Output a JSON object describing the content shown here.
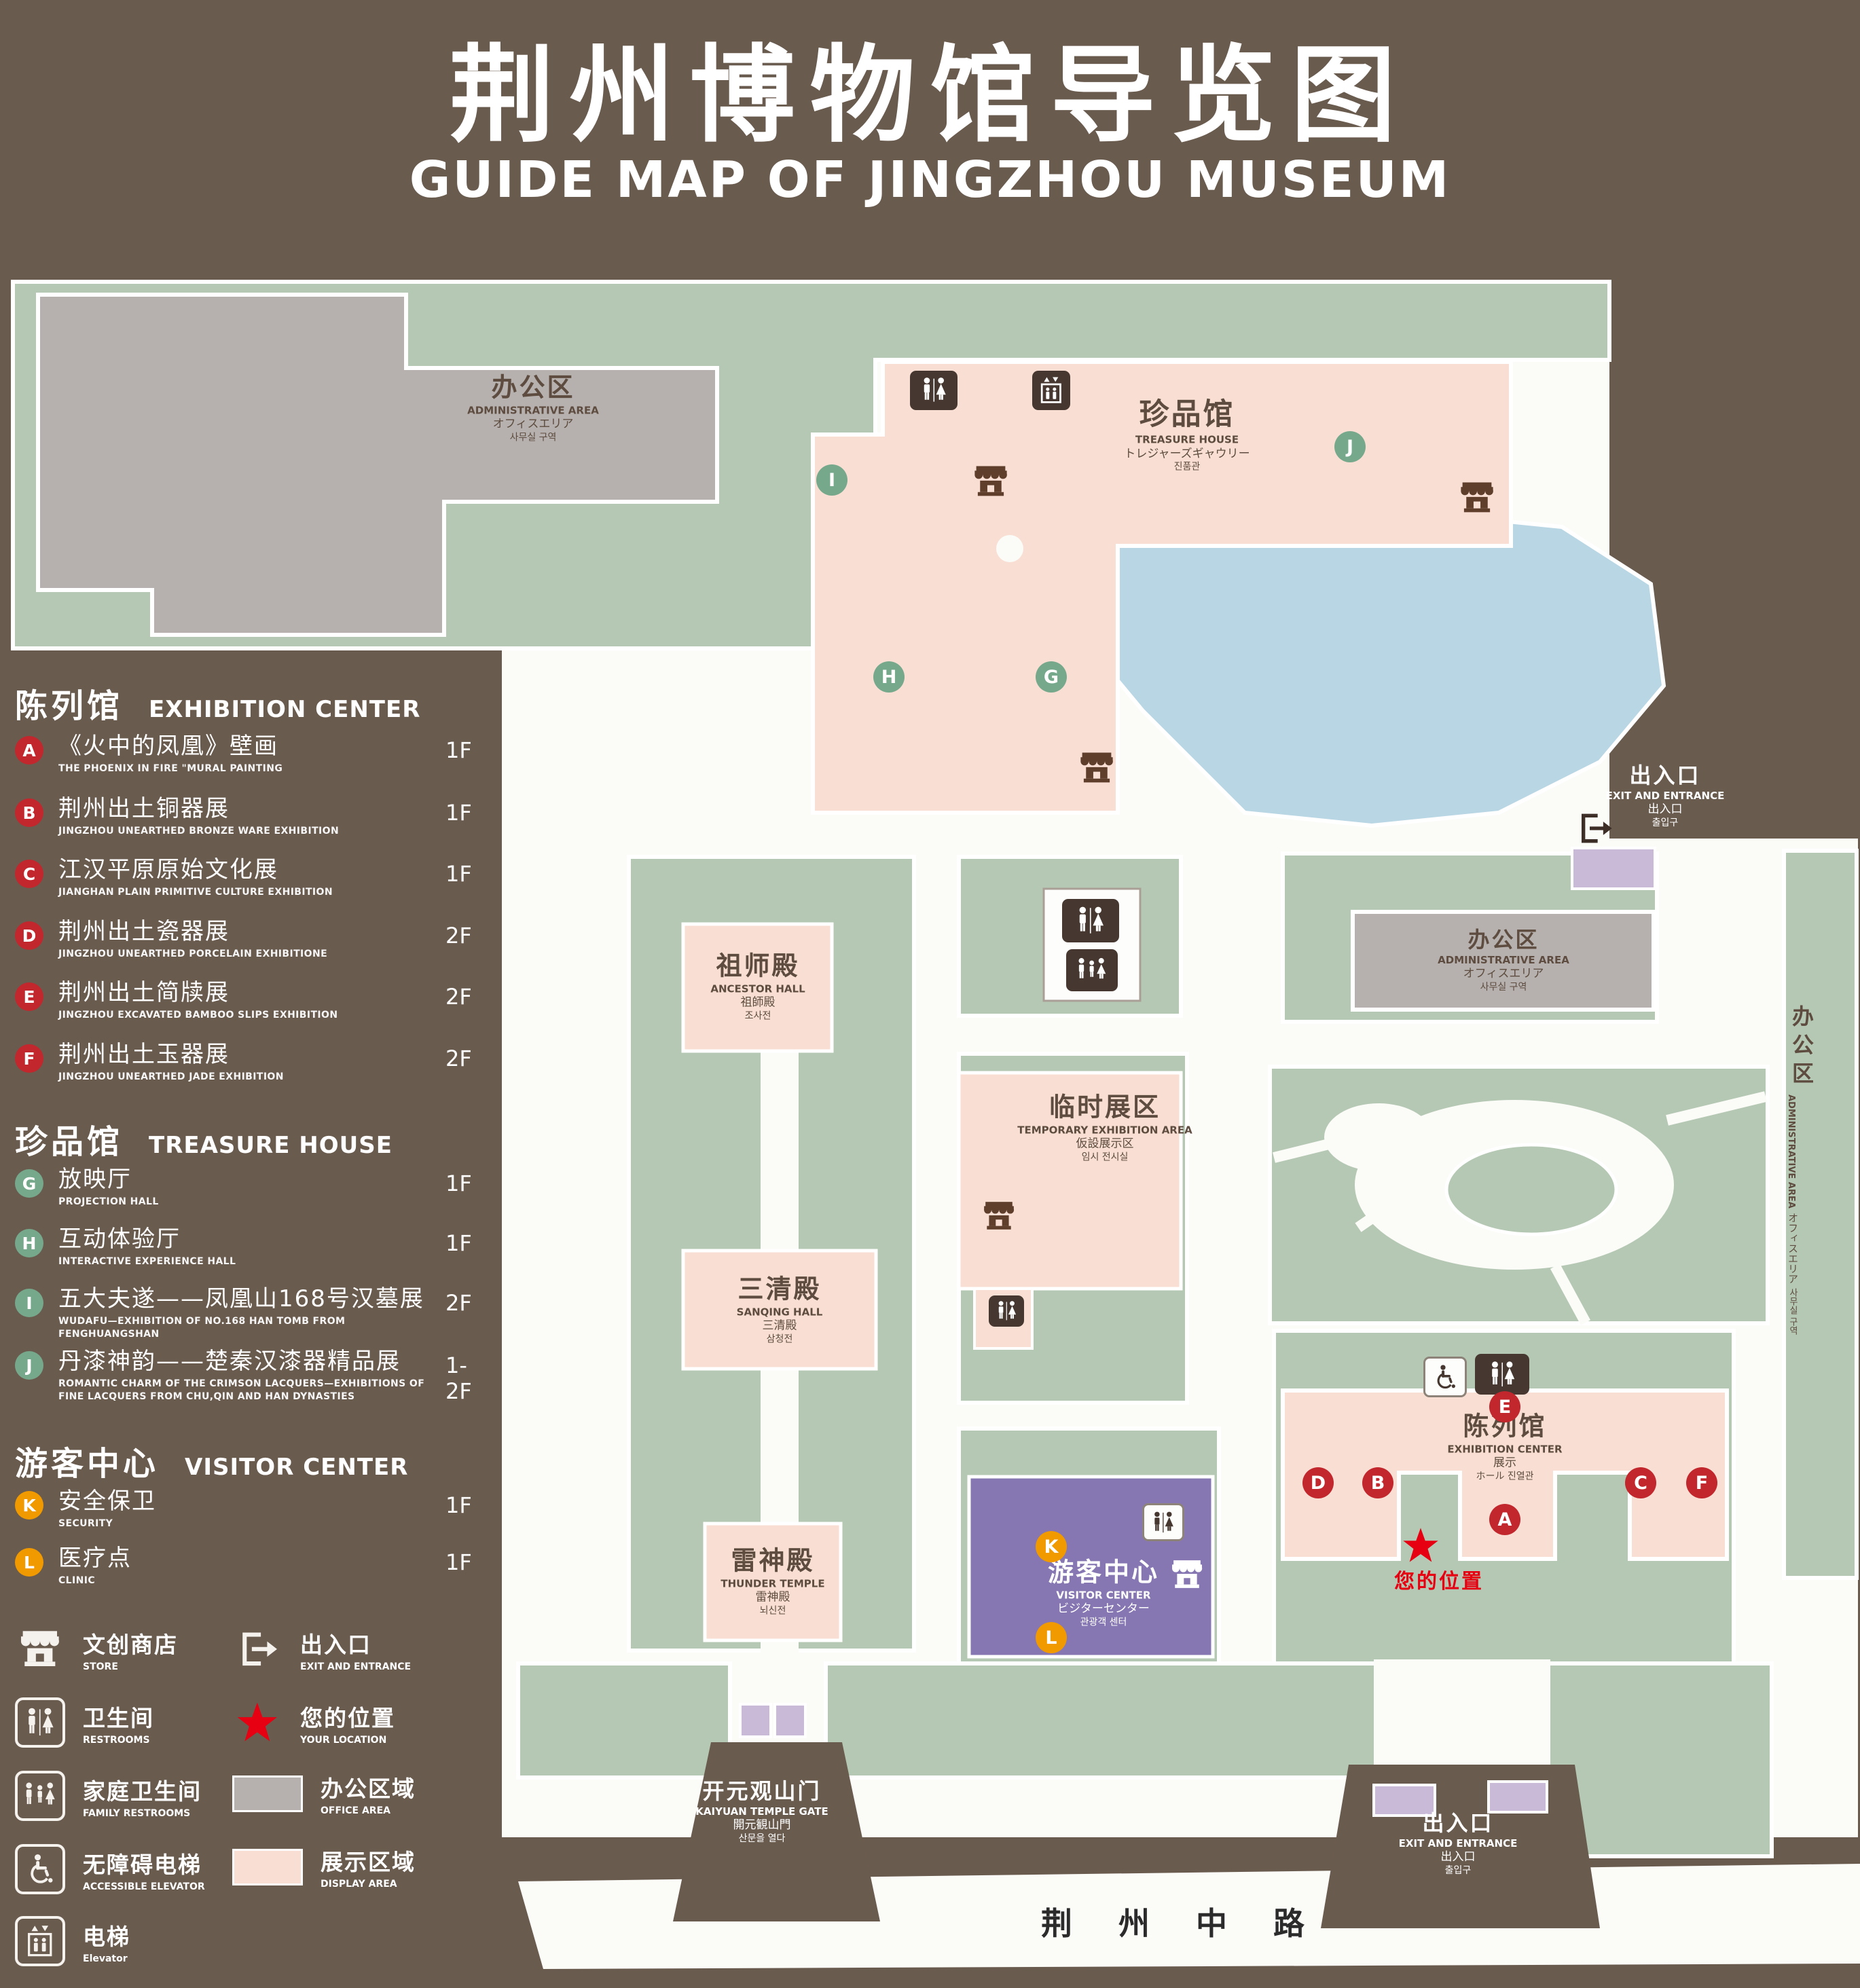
{
  "header": {
    "title": "荆州博物馆导览图",
    "subtitle": "GUIDE MAP OF JINGZHOU MUSEUM"
  },
  "colors": {
    "background": "#6a5b4f",
    "green_area": "#b5c8b3",
    "display_area": "#f9dfd3",
    "office_area": "#b6b1ae",
    "water": "#b9d6e5",
    "visitor_purple": "#8677b2",
    "entrance_purple": "#c9bad8",
    "marker_red": "#c1272d",
    "marker_green": "#76a98c",
    "marker_orange": "#f09a00",
    "location_red": "#e60012"
  },
  "sidebar": {
    "sections": [
      {
        "title_zh": "陈列馆",
        "title_en": "EXHIBITION CENTER",
        "items": [
          {
            "id": "A",
            "zh": "《火中的凤凰》壁画",
            "en": "THE PHOENIX IN FIRE \"MURAL PAINTING",
            "floor": "1F"
          },
          {
            "id": "B",
            "zh": "荆州出土铜器展",
            "en": "JINGZHOU UNEARTHED BRONZE WARE EXHIBITION",
            "floor": "1F"
          },
          {
            "id": "C",
            "zh": "江汉平原原始文化展",
            "en": "JIANGHAN PLAIN PRIMITIVE CULTURE EXHIBITION",
            "floor": "1F"
          },
          {
            "id": "D",
            "zh": "荆州出土瓷器展",
            "en": "JINGZHOU UNEARTHED PORCELAIN EXHIBITIONE",
            "floor": "2F"
          },
          {
            "id": "E",
            "zh": "荆州出土简牍展",
            "en": "JINGZHOU EXCAVATED BAMBOO SLIPS EXHIBITION",
            "floor": "2F"
          },
          {
            "id": "F",
            "zh": "荆州出土玉器展",
            "en": "JINGZHOU UNEARTHED JADE EXHIBITION",
            "floor": "2F"
          }
        ]
      },
      {
        "title_zh": "珍品馆",
        "title_en": "TREASURE HOUSE",
        "items": [
          {
            "id": "G",
            "zh": "放映厅",
            "en": "PROJECTION HALL",
            "floor": "1F"
          },
          {
            "id": "H",
            "zh": "互动体验厅",
            "en": "INTERACTIVE EXPERIENCE HALL",
            "floor": "1F"
          },
          {
            "id": "I",
            "zh": "五大夫遂——凤凰山168号汉墓展",
            "en": "WUDAFU—EXHIBITION OF NO.168 HAN TOMB FROM FENGHUANGSHAN",
            "floor": "2F"
          },
          {
            "id": "J",
            "zh": "丹漆神韵——楚秦汉漆器精品展",
            "en": "ROMANTIC CHARM OF THE CRIMSON LACQUERS—EXHIBITIONS OF FINE LACQUERS FROM CHU,QIN AND HAN DYNASTIES",
            "floor": "1-2F"
          }
        ]
      },
      {
        "title_zh": "游客中心",
        "title_en": "VISITOR CENTER",
        "items": [
          {
            "id": "K",
            "zh": "安全保卫",
            "en": "SECURITY",
            "floor": "1F"
          },
          {
            "id": "L",
            "zh": "医疗点",
            "en": "CLINIC",
            "floor": "1F"
          }
        ]
      }
    ],
    "legend": [
      {
        "zh": "文创商店",
        "en": "STORE"
      },
      {
        "zh": "出入口",
        "en": "EXIT AND ENTRANCE"
      },
      {
        "zh": "卫生间",
        "en": "RESTROOMS"
      },
      {
        "zh": "您的位置",
        "en": "YOUR LOCATION"
      },
      {
        "zh": "家庭卫生间",
        "en": "FAMILY RESTROOMS"
      },
      {
        "zh": "办公区域",
        "en": "OFFICE AREA"
      },
      {
        "zh": "无障碍电梯",
        "en": "ACCESSIBLE ELEVATOR"
      },
      {
        "zh": "展示区域",
        "en": "DISPLAY AREA"
      },
      {
        "zh": "电梯",
        "en": "Elevator"
      }
    ]
  },
  "map": {
    "admin_top": {
      "zh": "办公区",
      "en": "ADMINISTRATIVE AREA",
      "ja": "オフィスエリア",
      "ko": "사무실 구역"
    },
    "treasure_house": {
      "zh": "珍品馆",
      "en": "TREASURE HOUSE",
      "ja": "トレジャーズギャウリー",
      "ko": "진품관"
    },
    "exit_right": {
      "zh": "出入口",
      "en": "EXIT AND ENTRANCE",
      "ja": "出入口",
      "ko": "출입구"
    },
    "admin_right": {
      "zh": "办公区",
      "en": "ADMINISTRATIVE AREA",
      "ja": "オフィスエリア",
      "ko": "사무실 구역"
    },
    "admin_strip": {
      "zh": "办公区",
      "en": "ADMINISTRATIVE AREA",
      "ja": "オフィスエリア",
      "ko": "사무실 구역"
    },
    "ancestor_hall": {
      "zh": "祖师殿",
      "en": "ANCESTOR HALL",
      "ja": "祖師殿",
      "ko": "조사전"
    },
    "temporary_area": {
      "zh": "临时展区",
      "en": "TEMPORARY EXHIBITION AREA",
      "ja": "仮設展示区",
      "ko": "임시 전시실"
    },
    "sanqing_hall": {
      "zh": "三清殿",
      "en": "SANQING HALL",
      "ja": "三清殿",
      "ko": "삼청전"
    },
    "thunder_temple": {
      "zh": "雷神殿",
      "en": "THUNDER TEMPLE",
      "ja": "雷神殿",
      "ko": "뇌신전"
    },
    "visitor_center": {
      "zh": "游客中心",
      "en": "VISITOR CENTER",
      "ja": "ビジターセンター",
      "ko": "관광객 센터"
    },
    "exhibition_center": {
      "zh": "陈列馆",
      "en": "EXHIBITION CENTER",
      "ja": "展示",
      "ko": "ホール 진열관"
    },
    "your_location": {
      "zh": "您的位置"
    },
    "gate": {
      "zh": "开元观山门",
      "en": "KAIYUAN TEMPLE GATE",
      "ja": "開元観山門",
      "ko": "산문을 열다"
    },
    "exit_bottom": {
      "zh": "出入口",
      "en": "EXIT AND ENTRANCE",
      "ja": "出入口",
      "ko": "출입구"
    },
    "road": {
      "zh": "荆 州 中 路"
    },
    "markers": {
      "A": "A",
      "B": "B",
      "C": "C",
      "D": "D",
      "E": "E",
      "F": "F",
      "G": "G",
      "H": "H",
      "I": "I",
      "J": "J",
      "K": "K",
      "L": "L"
    }
  }
}
